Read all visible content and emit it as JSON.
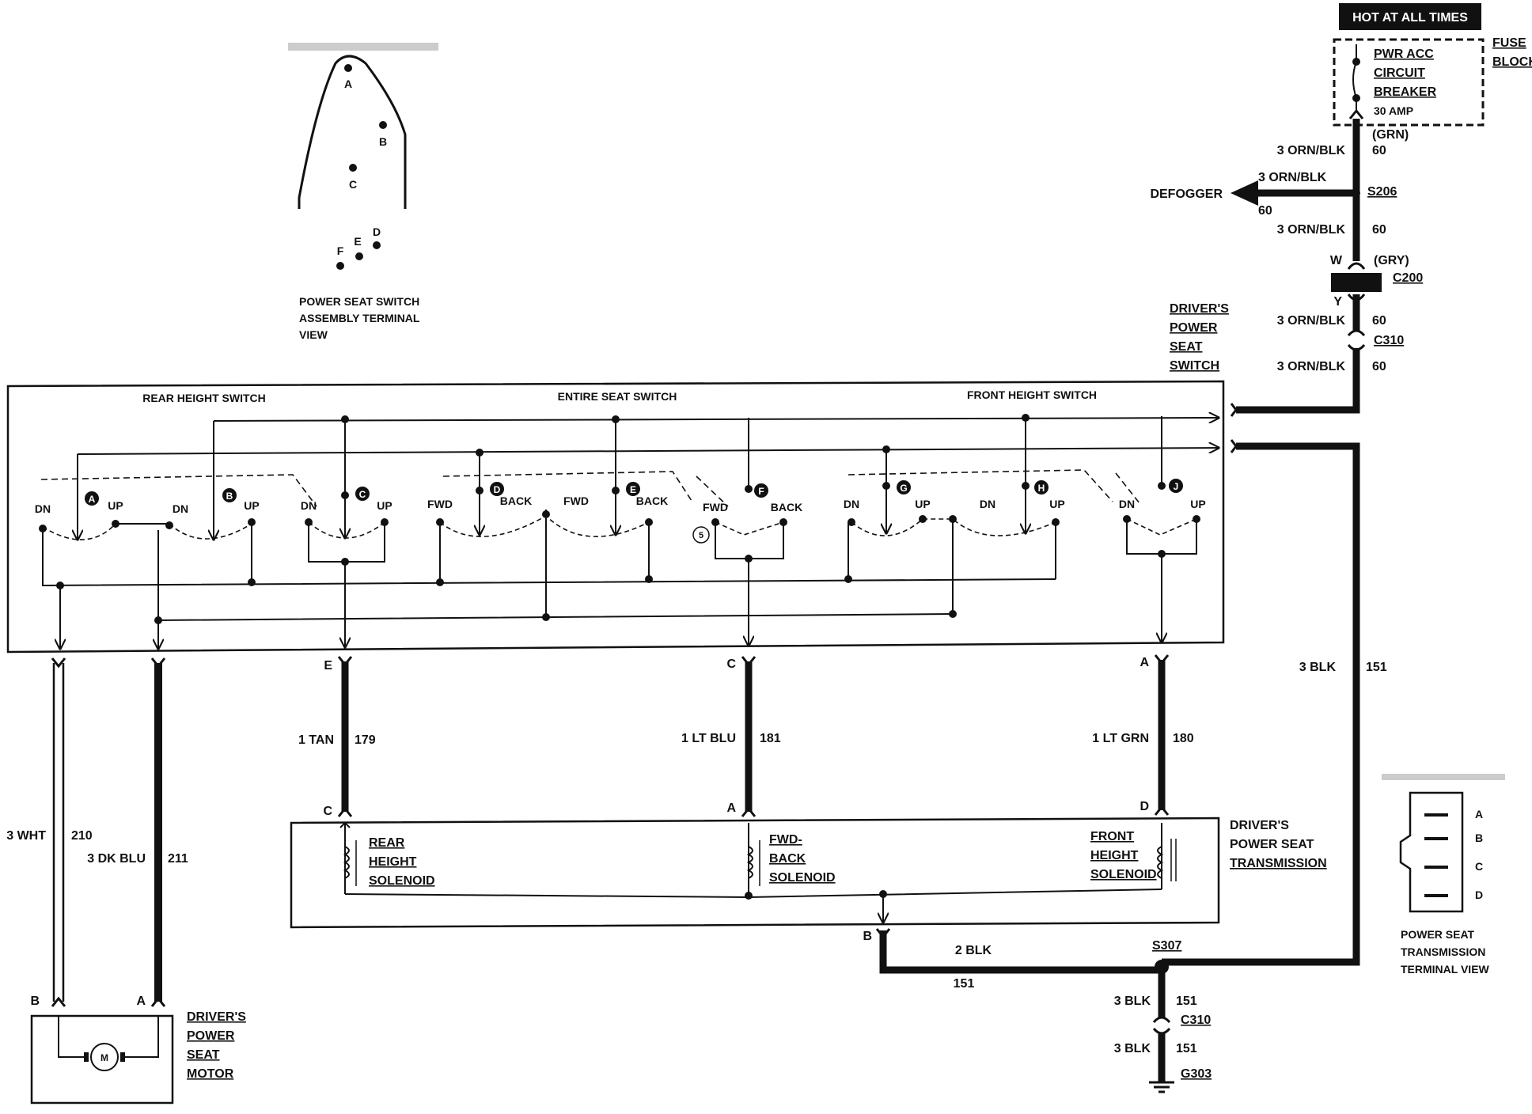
{
  "hot_label": "HOT AT ALL TIMES",
  "fuse": {
    "box_label": [
      "FUSE",
      "BLOCK"
    ],
    "cb_lines": [
      "PWR ACC",
      "CIRCUIT",
      "BREAKER"
    ],
    "amp": "30 AMP"
  },
  "feed": {
    "grn": "(GRN)",
    "w1_size": "3 ORN/BLK",
    "w1_num": "60",
    "defogger": "DEFOGGER",
    "def_size": "3 ORN/BLK",
    "def_num": "60",
    "s206": "S206",
    "w2_size": "3 ORN/BLK",
    "w2_num": "60",
    "c200_w": "W",
    "gry": "(GRY)",
    "c200": "C200",
    "c200_y": "Y",
    "w3_size": "3 ORN/BLK",
    "w3_num": "60",
    "c310": "C310",
    "w4_size": "3 ORN/BLK",
    "w4_num": "60"
  },
  "dps_label": [
    "DRIVER'S",
    "POWER",
    "SEAT",
    "SWITCH"
  ],
  "switch_view": {
    "letters": [
      "A",
      "B",
      "C",
      "D",
      "E",
      "F"
    ],
    "caption": [
      "POWER SEAT SWITCH",
      "ASSEMBLY TERMINAL",
      "VIEW"
    ]
  },
  "switch_box": {
    "titles": [
      "REAR HEIGHT SWITCH",
      "ENTIRE SEAT SWITCH",
      "FRONT HEIGHT SWITCH"
    ],
    "contacts": [
      "A",
      "B",
      "C",
      "D",
      "E",
      "F",
      "G",
      "H",
      "J"
    ],
    "pos": {
      "a_dn": "DN",
      "a_up": "UP",
      "b_dn": "DN",
      "b_up": "UP",
      "c_dn": "DN",
      "c_up": "UP",
      "d_fwd": "FWD",
      "d_back": "BACK",
      "e_fwd": "FWD",
      "e_back": "BACK",
      "f_fwd": "FWD",
      "f_back": "BACK",
      "g_dn": "DN",
      "g_up": "UP",
      "h_dn": "DN",
      "h_up": "UP",
      "j_dn": "DN",
      "j_up": "UP"
    },
    "note": "5"
  },
  "wires": {
    "wht": "3 WHT",
    "wht_num": "210",
    "dkblu": "3 DK BLU",
    "dkblu_num": "211",
    "tan": "1 TAN",
    "tan_num": "179",
    "ltblu": "1 LT BLU",
    "ltblu_num": "181",
    "ltgrn": "1 LT GRN",
    "ltgrn_num": "180",
    "blk": "3 BLK",
    "blk_num": "151",
    "blk2": "2 BLK",
    "blk2_num": "151",
    "blk3": "3 BLK",
    "blk3_num": "151",
    "blk4": "3 BLK",
    "blk4_num": "151"
  },
  "pins": {
    "e": "E",
    "c": "C",
    "a": "A",
    "tc": "C",
    "ta": "A",
    "td": "D",
    "mb": "B",
    "ma": "A",
    "tb": "B"
  },
  "solenoids": {
    "rear": [
      "REAR",
      "HEIGHT",
      "SOLENOID"
    ],
    "fwd": [
      "FWD-",
      "BACK",
      "SOLENOID"
    ],
    "front": [
      "FRONT",
      "HEIGHT",
      "SOLENOID"
    ]
  },
  "trans_label": [
    "DRIVER'S",
    "POWER SEAT",
    "TRANSMISSION"
  ],
  "motor_label": [
    "DRIVER'S",
    "POWER",
    "SEAT",
    "MOTOR"
  ],
  "motor_symbol": "M",
  "splice_s307": "S307",
  "c310b": "C310",
  "g303": "G303",
  "tv": {
    "letters": [
      "A",
      "B",
      "C",
      "D"
    ],
    "caption": [
      "POWER SEAT",
      "TRANSMISSION",
      "TERMINAL VIEW"
    ]
  }
}
